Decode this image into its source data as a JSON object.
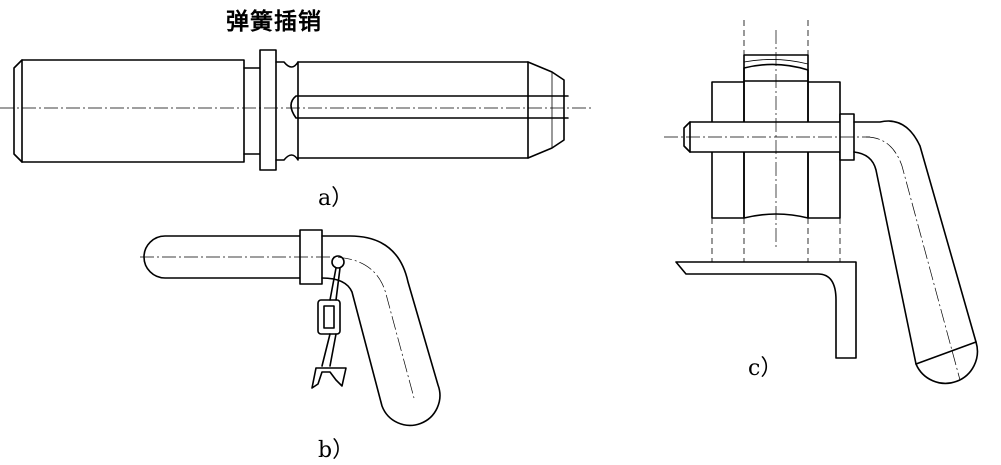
{
  "title": "弹簧插销",
  "labels": {
    "a": "a）",
    "b": "b）",
    "c": "c）"
  }
}
